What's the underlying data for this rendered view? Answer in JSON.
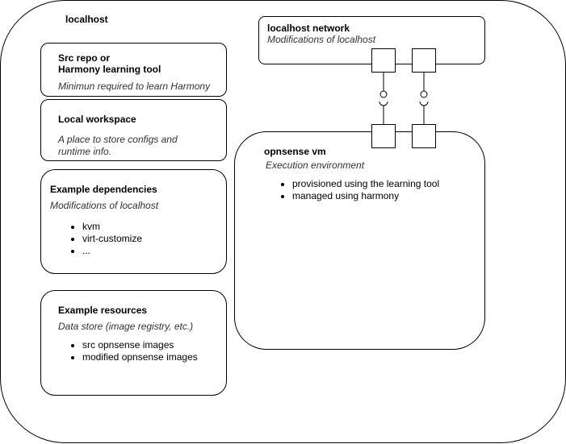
{
  "localhost": {
    "title": "localhost"
  },
  "network": {
    "title": "localhost network",
    "subtitle": "Modifications of localhost"
  },
  "src_repo": {
    "title": "Src repo or\nHarmony learning tool",
    "subtitle": "Minimun required to learn Harmony"
  },
  "workspace": {
    "title": "Local workspace",
    "subtitle": "A place to store configs and\nruntime info."
  },
  "dependencies": {
    "title": "Example dependencies",
    "subtitle": "Modifications of localhost",
    "items": [
      "kvm",
      "virt-customize",
      "..."
    ]
  },
  "resources": {
    "title": "Example resources",
    "subtitle": "Data store (image registry, etc.)",
    "items": [
      "src opnsense images",
      "modified opnsense images"
    ]
  },
  "vm": {
    "title": "opnsense vm",
    "subtitle": "Execution environment",
    "items": [
      "provisioned using the learning tool",
      "managed using harmony"
    ]
  }
}
